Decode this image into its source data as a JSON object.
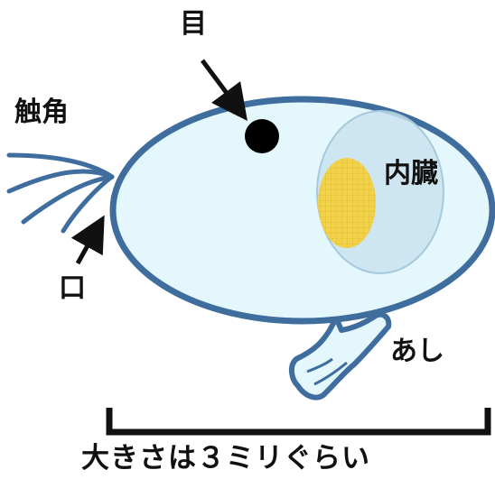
{
  "labels": {
    "eye": "目",
    "antenna": "触角",
    "internal_organs": "内臓",
    "mouth": "口",
    "legs": "あし",
    "size_note": "大きさは３ミリぐらい"
  },
  "colors": {
    "outline": "#3f6e9e",
    "body_fill": "#e4f7fd",
    "organ_fill": "#c9e3ef",
    "yolk_fill": "#f2d24a",
    "arrow": "#111111",
    "text": "#111111"
  }
}
